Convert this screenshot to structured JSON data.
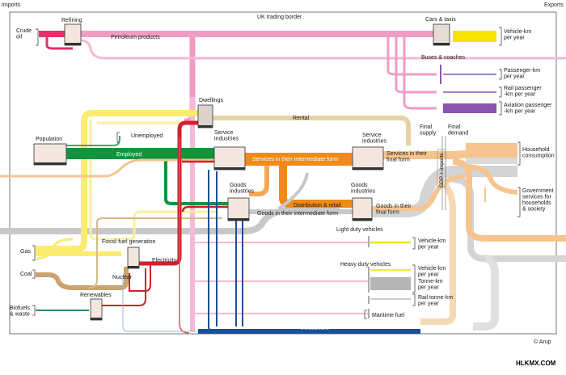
{
  "corners": {
    "imports": "Imports",
    "exports": "Exports",
    "credit": "© Arup",
    "watermark": "HLKMX.COM"
  },
  "border_title": "UK trading border",
  "sources": {
    "crude_oil": "Crude\noil",
    "gas": "Gas",
    "coal": "Coal",
    "biofuels": "Biofuels\n& waste"
  },
  "nodes": {
    "refining": "Refining",
    "cars_taxis": "Cars & taxis",
    "buses_coaches": "Buses & coaches",
    "dwellings": "Dwellings",
    "population": "Population",
    "service_industries_1": "Service\nindustries",
    "service_industries_2": "Service\nindustries",
    "goods_industries_1": "Goods\nindustries",
    "goods_industries_2": "Goods\nindustries",
    "fossil_fuel_generation": "Fossil fuel generation",
    "nuclear": "Nuclear",
    "renewables": "Renewables",
    "light_duty_vehicles": "Light duty vehicles",
    "heavy_duty_vehicles": "Heavy duty vehicles",
    "maritime_fuel": "Maritime fuel",
    "final_supply": "Final\nsupply",
    "final_demand": "Final\ndemand",
    "gdp_imports": "GDP + imports"
  },
  "flows": {
    "petroleum_products": "Petroleum products",
    "unemployed": "Unemployed",
    "employed": "Employed",
    "rental": "Rental",
    "services_intermediate": "Services in their intermediate form",
    "services_final": "Services in their\nfinal form",
    "distribution_retail": "Distribution & retail",
    "goods_intermediate": "Goods in their intermediate form",
    "goods_final": "Goods in their\nfinal form",
    "electricity": "Electricity",
    "investment": "Investment"
  },
  "outputs": {
    "cars_vkm": "Vehicle-km\nper year",
    "bus_pkm": "Passenger-km\nper year",
    "rail_pkm": "Rail passenger\n-km per year",
    "aviation_pkm": "Aviation passenger\n-km per year",
    "household_consumption": "Household\nconsumption",
    "government_services": "Government\nservices for\nhouseholds\n& society",
    "ldv_vkm": "Vehicle-km\nper year",
    "hdv_vkm": "Vehicle-km\nper year",
    "hdv_tkm": "Tonne-km\nper year",
    "rail_tkm": "Rail tonne-km\nper year"
  },
  "colors": {
    "crude": "#e2336b",
    "petroleum": "#f09cc4",
    "gas": "#f9ec6e",
    "coal": "#caa36e",
    "biofuel": "#2f8f5b",
    "employed": "#12943f",
    "electricity": "#d21f2d",
    "services": "#f08a18",
    "services_light": "#f6c58f",
    "goods": "#c8c8c8",
    "investment": "#1b4f9a",
    "rental": "#e8d0a8",
    "purple": "#8a55b0",
    "cars_out": "#f6e300",
    "node_fill": "#f3e6df"
  }
}
